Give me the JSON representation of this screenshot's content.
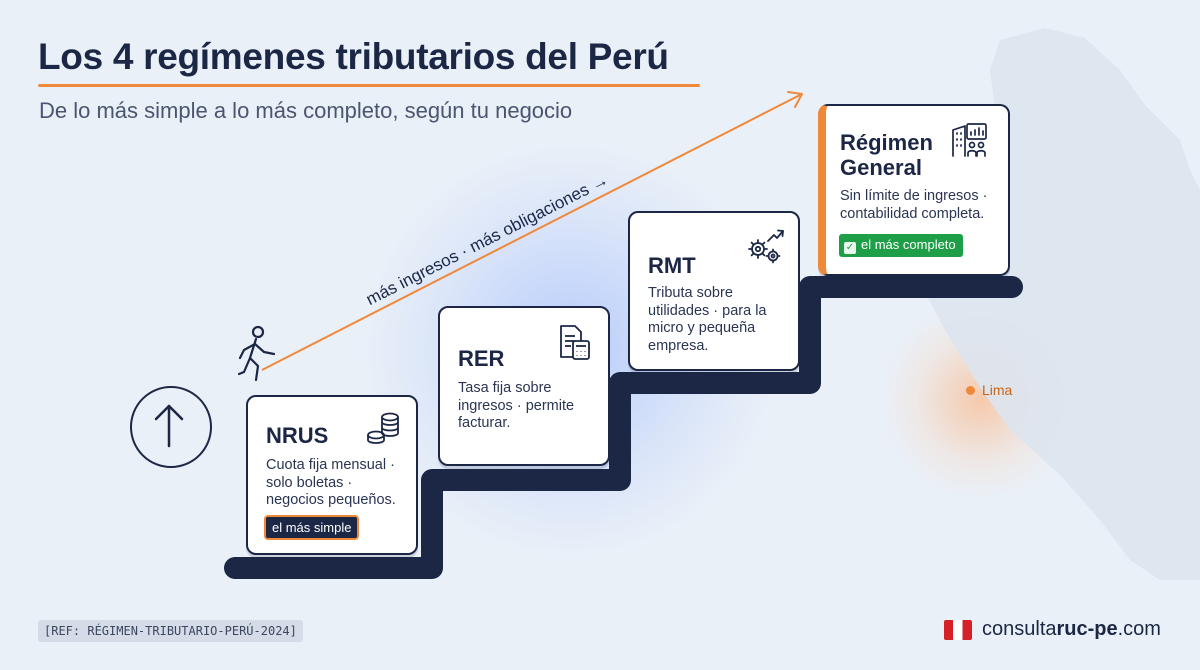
{
  "header": {
    "title": "Los 4 regímenes tributarios del Perú",
    "subtitle": "De lo más simple a lo más completo, según tu negocio"
  },
  "diagram": {
    "arrow_label": "más ingresos · más obligaciones →",
    "steps": [
      {
        "name": "NRUS",
        "description": "Cuota fija mensual · solo boletas · negocios pequeños.",
        "badge": "el más simple",
        "icon": "coins-icon"
      },
      {
        "name": "RER",
        "description": "Tasa fija sobre ingresos · permite facturar.",
        "icon": "document-calculator-icon"
      },
      {
        "name": "RMT",
        "description": "Tributa sobre utilidades · para la micro y pequeña empresa.",
        "icon": "gears-growth-icon"
      },
      {
        "name": "Régimen General",
        "description": "Sin límite de ingresos · contabilidad completa.",
        "badge": "el más completo",
        "badge_icon": "check-icon",
        "icon": "building-chart-icon"
      }
    ]
  },
  "map": {
    "location_label": "Lima"
  },
  "footer": {
    "reference": "[REF: RÉGIMEN-TRIBUTARIO-PERÚ-2024]",
    "brand_prefix": "consulta",
    "brand_bold": "ruc-pe",
    "brand_suffix": ".com"
  },
  "colors": {
    "navy": "#1b2745",
    "accent_orange": "#f0883a",
    "badge_green": "#1f9e48",
    "background": "#eaf0f8"
  }
}
